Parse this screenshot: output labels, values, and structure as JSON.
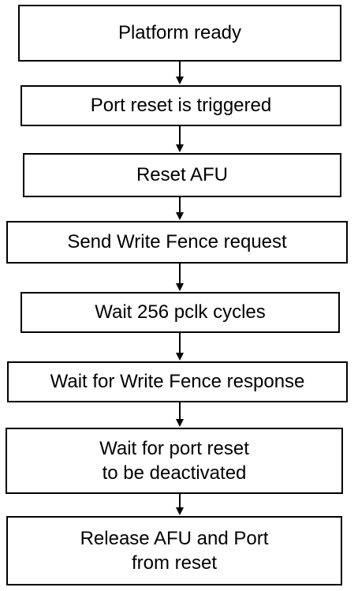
{
  "steps": [
    {
      "lines": [
        "Platform ready"
      ]
    },
    {
      "lines": [
        "Port reset is triggered"
      ]
    },
    {
      "lines": [
        "Reset AFU"
      ]
    },
    {
      "lines": [
        "Send Write Fence request"
      ]
    },
    {
      "lines": [
        "Wait 256 pclk cycles"
      ]
    },
    {
      "lines": [
        "Wait for Write Fence response"
      ]
    },
    {
      "lines": [
        "Wait for port reset",
        "to be deactivated"
      ]
    },
    {
      "lines": [
        "Release AFU and Port",
        "from reset"
      ]
    }
  ]
}
